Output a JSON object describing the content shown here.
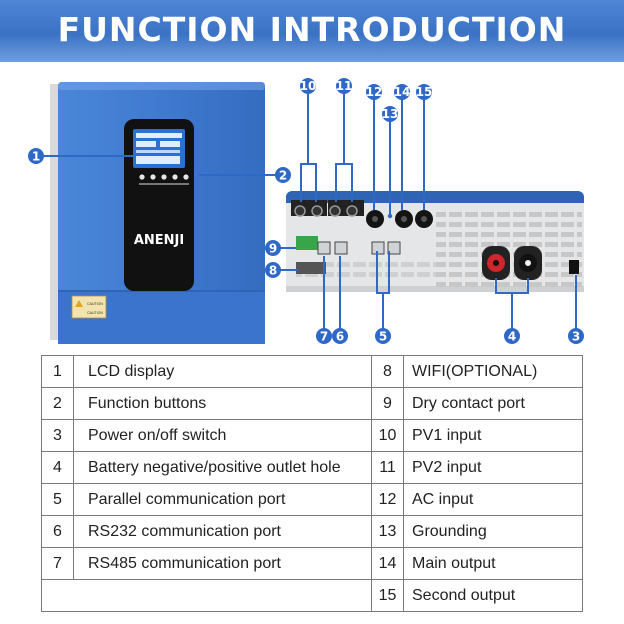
{
  "title": "FUNCTION INTRODUCTION",
  "brand": "ANENJI",
  "caution_text": "CAUTION",
  "callout_numbers": [
    "1",
    "2",
    "3",
    "4",
    "5",
    "6",
    "7",
    "8",
    "9",
    "10",
    "11",
    "12",
    "13",
    "14",
    "15"
  ],
  "features": [
    {
      "num": "1",
      "label": "LCD display"
    },
    {
      "num": "2",
      "label": "Function buttons"
    },
    {
      "num": "3",
      "label": "Power on/off switch"
    },
    {
      "num": "4",
      "label": "Battery negative/positive outlet hole"
    },
    {
      "num": "5",
      "label": "Parallel communication port"
    },
    {
      "num": "6",
      "label": "RS232 communication port"
    },
    {
      "num": "7",
      "label": "RS485 communication port"
    },
    {
      "num": "8",
      "label": "WIFI(OPTIONAL)"
    },
    {
      "num": "9",
      "label": "Dry contact port"
    },
    {
      "num": "10",
      "label": "PV1 input"
    },
    {
      "num": "11",
      "label": "PV2 input"
    },
    {
      "num": "12",
      "label": "AC input"
    },
    {
      "num": "13",
      "label": "Grounding"
    },
    {
      "num": "14",
      "label": "Main output"
    },
    {
      "num": "15",
      "label": "Second output"
    }
  ],
  "colors": {
    "accent": "#3b72c4",
    "callout": "#2f69c8",
    "device_blue": "#3f7ad0",
    "panel_black": "#111111",
    "battery_red": "#d0252b"
  }
}
